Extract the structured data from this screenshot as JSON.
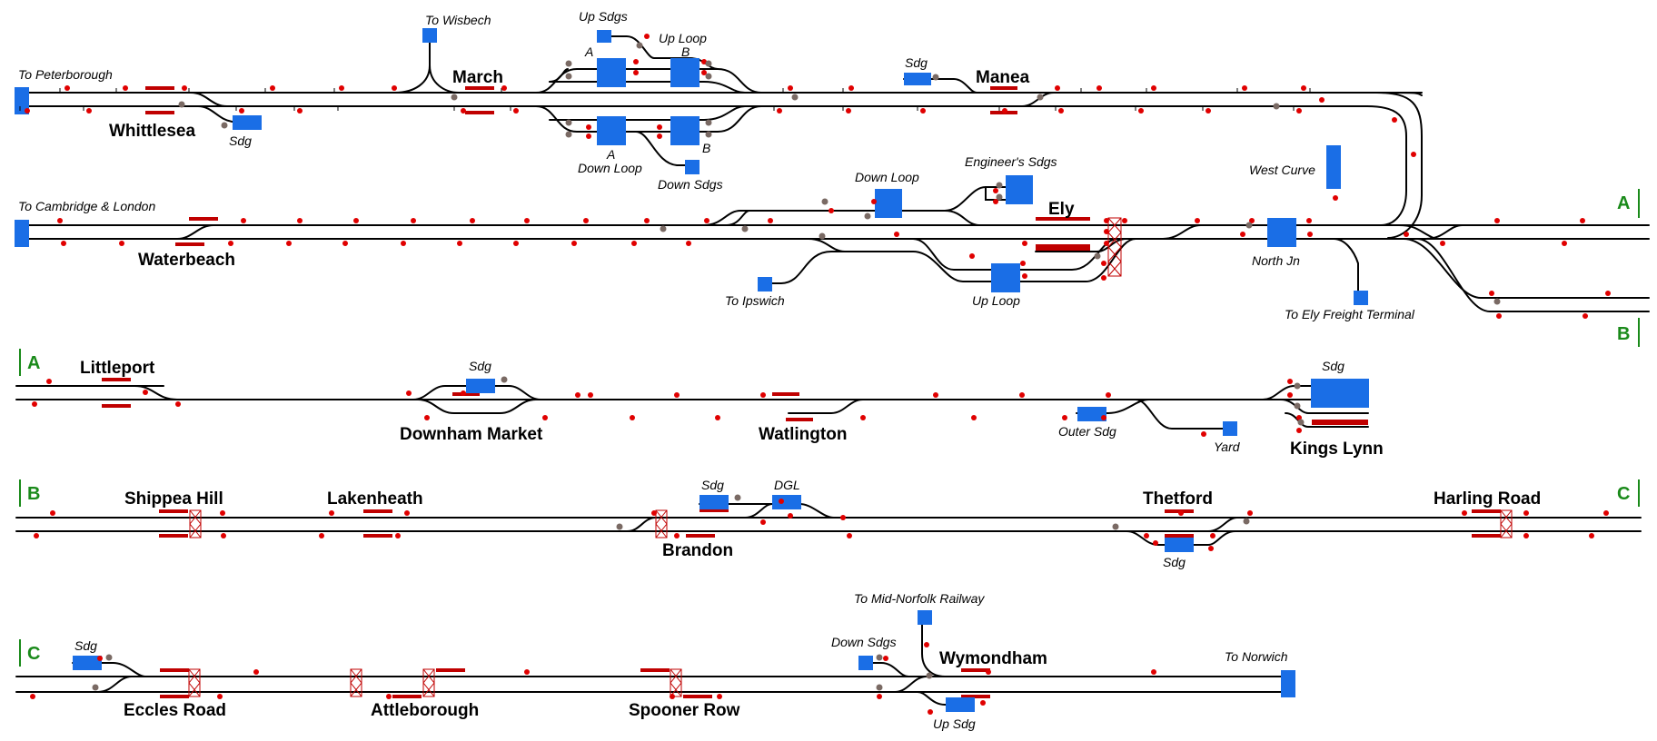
{
  "colors": {
    "track": "#000000",
    "platform": "#c00000",
    "block": "#1a6ee6",
    "signal": "#e00000",
    "points": "#7a6a64",
    "section_marker": "#1a8a1a",
    "background": "#ffffff"
  },
  "row1": {
    "to_peterborough": "To Peterborough",
    "whittlesea": "Whittlesea",
    "sdg_whittlesea": "Sdg",
    "to_wisbech": "To Wisbech",
    "march": "March",
    "up_sdgs": "Up Sdgs",
    "up_loop": "Up Loop",
    "a_up": "A",
    "b_up": "B",
    "a_down": "A",
    "b_down": "B",
    "down_loop": "Down Loop",
    "down_sdgs": "Down Sdgs",
    "sdg_manea": "Sdg",
    "manea": "Manea"
  },
  "row2": {
    "to_cambridge": "To Cambridge & London",
    "waterbeach": "Waterbeach",
    "down_loop": "Down Loop",
    "engineers_sdgs": "Engineer's Sdgs",
    "ely": "Ely",
    "west_curve": "West Curve",
    "north_jn": "North Jn",
    "to_ipswich": "To Ipswich",
    "up_loop": "Up Loop",
    "to_ely_freight": "To Ely Freight Terminal",
    "marker_a": "A",
    "marker_b": "B"
  },
  "row3": {
    "marker_a": "A",
    "littleport": "Littleport",
    "sdg_downham": "Sdg",
    "downham_market": "Downham Market",
    "watlington": "Watlington",
    "outer_sdg": "Outer Sdg",
    "yard": "Yard",
    "sdg_kings_lynn": "Sdg",
    "kings_lynn": "Kings Lynn"
  },
  "row4": {
    "marker_b": "B",
    "shippea_hill": "Shippea Hill",
    "lakenheath": "Lakenheath",
    "sdg_brandon": "Sdg",
    "dgl": "DGL",
    "brandon": "Brandon",
    "thetford": "Thetford",
    "sdg_thetford": "Sdg",
    "harling_road": "Harling Road",
    "marker_c": "C"
  },
  "row5": {
    "marker_c": "C",
    "sdg_eccles": "Sdg",
    "eccles_road": "Eccles Road",
    "attleborough": "Attleborough",
    "spooner_row": "Spooner Row",
    "to_mid_norfolk": "To Mid-Norfolk Railway",
    "down_sdgs": "Down Sdgs",
    "wymondham": "Wymondham",
    "up_sdg": "Up Sdg",
    "to_norwich": "To Norwich"
  }
}
